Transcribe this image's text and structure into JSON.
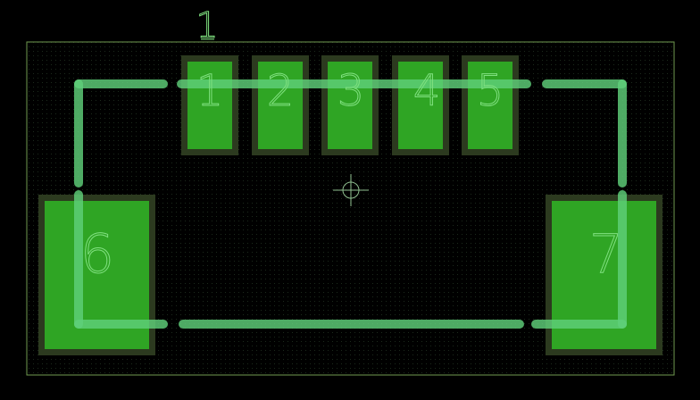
{
  "designator": "1",
  "pads": [
    {
      "number": "1",
      "kind": "signal"
    },
    {
      "number": "2",
      "kind": "signal"
    },
    {
      "number": "3",
      "kind": "signal"
    },
    {
      "number": "4",
      "kind": "signal"
    },
    {
      "number": "5",
      "kind": "signal"
    },
    {
      "number": "6",
      "kind": "mount"
    },
    {
      "number": "7",
      "kind": "mount"
    }
  ],
  "colors": {
    "background": "#000000",
    "grid_dot": "#1c2a1c",
    "board_outline": "#6f9a4f",
    "pad_mask": "#2c3a1f",
    "pad_copper": "#2fa524",
    "silkscreen": "#5fd07a",
    "label": "#7fe07f",
    "origin_marker": "#8fbf8f"
  }
}
